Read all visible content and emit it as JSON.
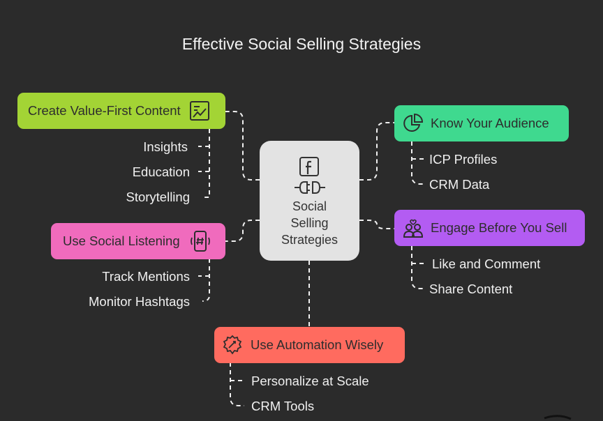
{
  "title": "Effective Social Selling Strategies",
  "center": {
    "line1": "Social",
    "line2": "Selling",
    "line3": "Strategies"
  },
  "colors": {
    "background": "#2b2b2b",
    "center": "#e3e3e3",
    "value_first": "#a3d435",
    "audience": "#3fd98f",
    "listening": "#f06bbd",
    "engage": "#b35cf2",
    "automation": "#ff6b5f",
    "connector": "#f0f0f0"
  },
  "branches": {
    "value_first": {
      "label": "Create Value-First Content",
      "icon": "chart-document-icon",
      "items": [
        "Insights",
        "Education",
        "Storytelling"
      ]
    },
    "audience": {
      "label": "Know Your Audience",
      "icon": "pie-chart-icon",
      "items": [
        "ICP Profiles",
        "CRM Data"
      ]
    },
    "listening": {
      "label": "Use Social Listening",
      "icon": "phone-hashtag-icon",
      "items": [
        "Track Mentions",
        "Monitor Hashtags"
      ]
    },
    "engage": {
      "label": "Engage Before You Sell",
      "icon": "people-icon",
      "items": [
        "Like and Comment",
        "Share Content"
      ]
    },
    "automation": {
      "label": "Use Automation Wisely",
      "icon": "gear-icon",
      "items": [
        "Personalize at Scale",
        "CRM Tools"
      ]
    }
  }
}
